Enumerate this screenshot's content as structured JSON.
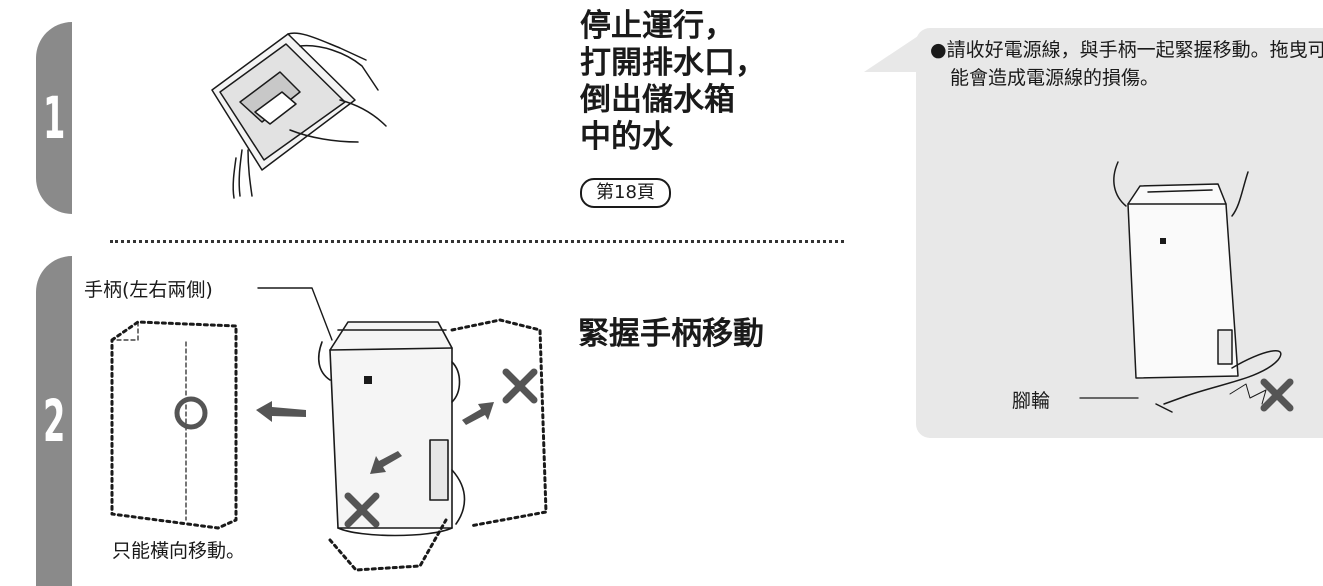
{
  "steps": [
    {
      "number": "1",
      "title": "停止運行，\n打開排水口，\n倒出儲水箱\n中的水",
      "page_ref": "第18頁"
    },
    {
      "number": "2",
      "title": "緊握手柄移動"
    }
  ],
  "labels": {
    "handle": "手柄(左右兩側)",
    "sideways_only": "只能橫向移動。",
    "caster": "腳輪"
  },
  "tip": {
    "bullet": "●",
    "text": "請收好電源線，與手柄一起緊握移動。拖曳可能會造成電源線的損傷。"
  },
  "colors": {
    "tab": "#8a8a8a",
    "panel": "#e8e8e8",
    "ink": "#1a1a1a"
  }
}
